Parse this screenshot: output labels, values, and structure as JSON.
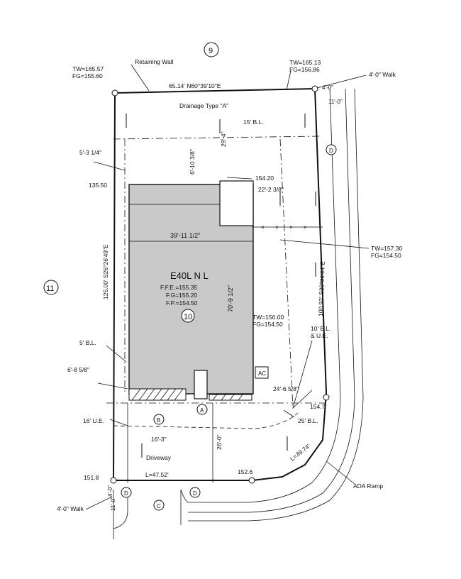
{
  "lots": {
    "north": "9",
    "west": "11",
    "this_lot": "10"
  },
  "house": {
    "plan": "E40L N L",
    "ffe": "F.F.E.=155.35",
    "fg": "F.G=155.20",
    "fp": "F.P.=154.50",
    "ac": "AC",
    "width_dim": "39'-11 1/2\"",
    "depth_dim": "70'-9 1/2\""
  },
  "bearings": {
    "north_line": "65.14'  N60°39'10\"E",
    "west_line": "125.00'  S26°26'49\"E",
    "east_line": "100.92'  S30°01'44\"E",
    "curve": "L=39.74'",
    "south_line": "L=47.52'"
  },
  "labels": {
    "retaining_wall": "Retaining Wall",
    "drainage": "Drainage Type \"A\"",
    "rear_bl": "15' B.L.",
    "side_bl_west": "5' B.L.",
    "side_bl_east": "10' B.L.\n& U.E.",
    "front_bl": "25' B.L.",
    "ue": "16' U.E.",
    "driveway": "Driveway",
    "walk_ne": "4'-0\" Walk",
    "walk_sw": "4'-0\" Walk",
    "ada_ramp": "ADA Ramp"
  },
  "elevations": {
    "nw_corner": "TW=165.57\nFG=155.60",
    "ne_corner": "TW=165.13\nFG=156.86",
    "east_wall": "TW=157.30\nFG=154.50",
    "mid_east": "TW=156.00\nFG=154.50",
    "spot_135": "135.50",
    "spot_154_20": "154.20",
    "spot_154_7": "154.7",
    "spot_152_6": "152.6",
    "spot_151_8": "151.8"
  },
  "dimensions": {
    "rear_setback": "29'-4\"",
    "side_west_top": "5'-3 1/4\"",
    "patio_offset": "6'-10 3/8\"",
    "patio_width": "22'-2 3/8\"",
    "side_west_bottom": "6'-8 5/8\"",
    "front_east": "24'-6 5/8\"",
    "drive_width": "16'-3\"",
    "drive_depth": "26'-0\"",
    "walk_ne_dim": "4'-0\"",
    "walk_ne_dim2": "11'-0\"",
    "walk_sw_dim": "4'-0\"",
    "walk_sw_dim2": "11'-0\""
  },
  "callouts": {
    "a": "A",
    "b": "B",
    "c": "C",
    "d": "D"
  }
}
